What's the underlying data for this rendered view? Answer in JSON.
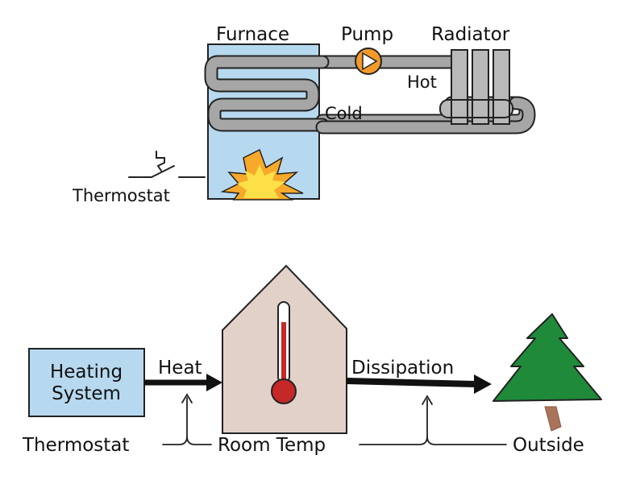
{
  "top_diagram": {
    "labels": {
      "furnace": "Furnace",
      "pump": "Pump",
      "radiator": "Radiator",
      "hot": "Hot",
      "cold": "Cold",
      "thermostat": "Thermostat"
    }
  },
  "bottom_diagram": {
    "heating_system": "Heating System",
    "heating_system_lines": [
      "Heating",
      "System"
    ],
    "heat": "Heat",
    "dissipation": "Dissipation",
    "thermostat": "Thermostat",
    "room_temp": "Room Temp",
    "outside": "Outside"
  },
  "colors": {
    "furnace_fill": "#b7d9ef",
    "pipe_fill": "#a6a6a6",
    "pump_fill": "#f39a2a",
    "radiator_fill": "#b9b9b9",
    "flame_outer": "#f6a92a",
    "flame_inner": "#fde047",
    "house_fill": "#e2d1c9",
    "thermometer_red": "#c62828",
    "tree_green": "#1f8a3a",
    "trunk_brown": "#a9745a",
    "heating_box_fill": "#b7d9ef"
  }
}
